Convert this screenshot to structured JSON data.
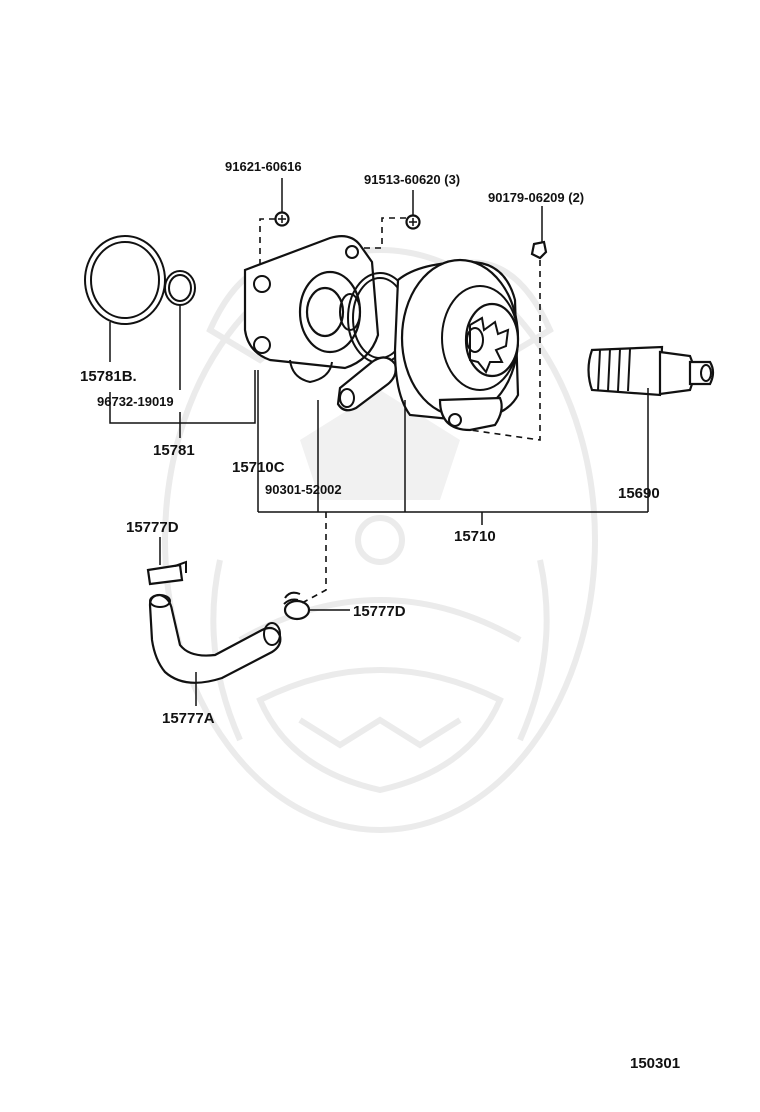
{
  "diagram": {
    "labels": {
      "bolt_a": "91621-60616",
      "bolt_b": "91513-60620 (3)",
      "nut": "90179-06209 (2)",
      "oring_large": "15781B.",
      "oring_small": "96732-19019",
      "oring_set": "15781",
      "cover": "15710C",
      "hose_clamp_no": "90301-52002",
      "pump_assy": "15710",
      "union": "15690",
      "clamp_left": "15777D",
      "clamp_right": "15777D",
      "hose": "15777A"
    },
    "figure_number": "150301"
  }
}
